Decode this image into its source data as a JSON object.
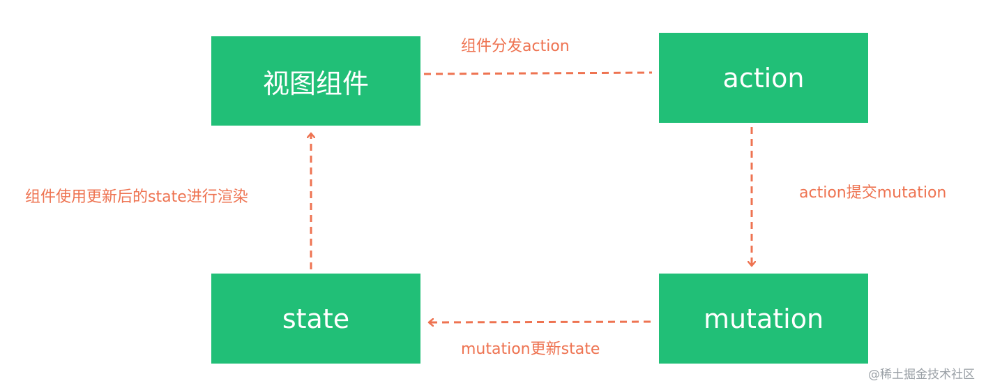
{
  "nodes": {
    "view": "视图组件",
    "action": "action",
    "state": "state",
    "mutation": "mutation"
  },
  "edges": {
    "dispatch": "组件分发action",
    "commit": "action提交mutation",
    "update": "mutation更新state",
    "render": "组件使用更新后的state进行渲染"
  },
  "watermark": "@稀土掘金技术社区",
  "colors": {
    "node_fill": "#21bf77",
    "node_text": "#ffffff",
    "edge": "#ee7351",
    "watermark": "#9aa0a6"
  }
}
